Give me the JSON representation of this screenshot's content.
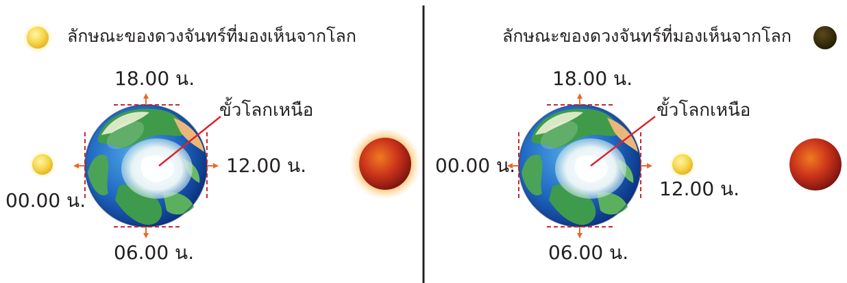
{
  "left_panel": {
    "title": "ลักษณะของดวงจันทร์ที่มองเห็นจากโลก",
    "north_pole": "ขั้วโลกเหนือ",
    "times": {
      "top": "18.00 น.",
      "right": "12.00 น.",
      "bottom": "06.00 น.",
      "left": "00.00 น."
    }
  },
  "right_panel": {
    "title": "ลักษณะของดวงจันทร์ที่มองเห็นจากโลก",
    "north_pole": "ขั้วโลกเหนือ",
    "times": {
      "top": "18.00 น.",
      "right": "12.00 น.",
      "bottom": "06.00 น.",
      "left": "00.00 น."
    }
  },
  "colors": {
    "arrow": "#e8692a",
    "dashed_line": "#c8262c",
    "pointer": "#e0202a",
    "divider": "#231f20",
    "moon_full": "#f7d84a",
    "moon_new": "#3a2c10",
    "sun": "#d9361a"
  },
  "icons": [
    "full-moon-icon",
    "new-moon-icon",
    "earth-icon",
    "sun-icon"
  ]
}
